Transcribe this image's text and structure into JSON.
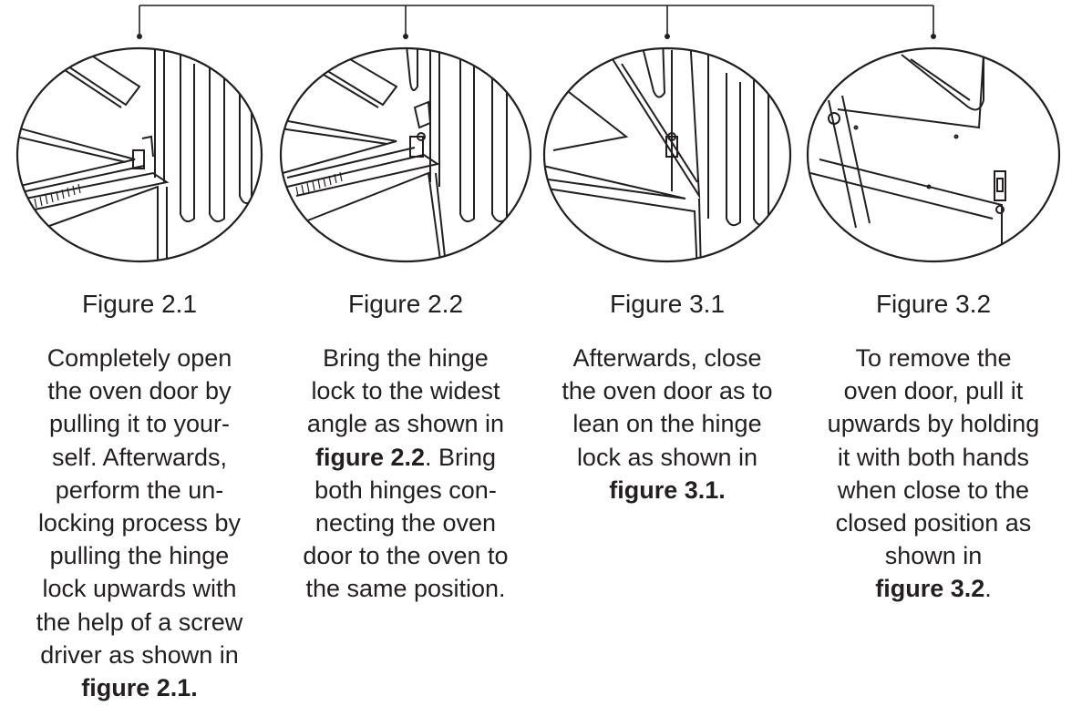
{
  "figures": [
    {
      "label": "Figure 2.1",
      "text_html": "Completely open<br>the oven door by<br>pulling it to your-<br>self. Afterwards,<br>perform the un-<br>locking process by<br>pulling the hinge<br>lock upwards with<br>the help of a screw<br>driver as shown in<br><b>figure 2.1.</b>"
    },
    {
      "label": "Figure 2.2",
      "text_html": "Bring the hinge<br>lock to the widest<br>angle as shown in<br><b>figure 2.2</b>. Bring<br>both hinges con-<br>necting the oven<br>door to the oven to<br>the same position."
    },
    {
      "label": "Figure 3.1",
      "text_html": "Afterwards, close<br>the oven door as to<br>lean on the hinge<br>lock as shown in<br><b>figure 3.1.</b>"
    },
    {
      "label": "Figure 3.2",
      "text_html": "To remove the<br>oven door, pull it<br>upwards by holding<br>it with both hands<br>when close to the<br>closed position as<br>shown in<br><b>figure 3.2</b>."
    }
  ]
}
